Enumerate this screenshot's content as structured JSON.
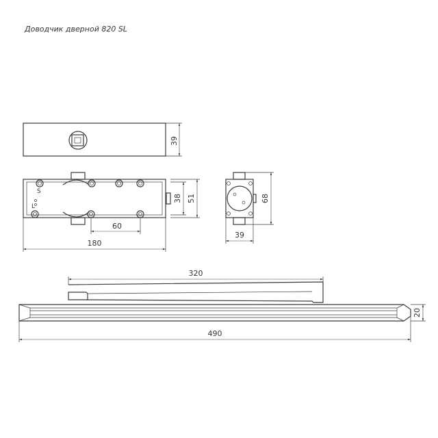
{
  "title": "Доводчик дверной 820 SL",
  "top_view": {
    "height_dim": "39"
  },
  "front_view": {
    "height_inner_dim": "38",
    "height_outer_dim": "51",
    "hole_spacing_dim": "60",
    "length_dim": "180",
    "mark_s": "S",
    "mark_l": "L"
  },
  "side_view": {
    "height_dim": "68",
    "width_dim": "39"
  },
  "arm_view": {
    "rail_length_dim": "320",
    "total_length_dim": "490",
    "thickness_dim": "20"
  },
  "colors": {
    "line": "#3a3a3a",
    "background": "#ffffff"
  }
}
